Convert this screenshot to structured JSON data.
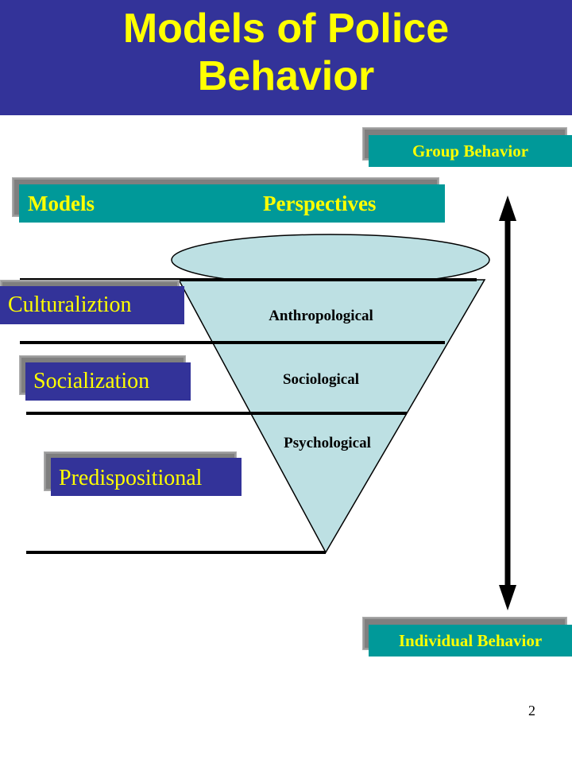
{
  "title": {
    "line1": "Models of Police",
    "line2": "Behavior"
  },
  "header": {
    "models_label": "Models",
    "perspectives_label": "Perspectives"
  },
  "axis": {
    "top_label": "Group Behavior",
    "bottom_label": "Individual Behavior"
  },
  "models": [
    {
      "label": "Culturaliztion"
    },
    {
      "label": "Socialization"
    },
    {
      "label": "Predispositional"
    }
  ],
  "perspectives": [
    {
      "label": "Anthropological"
    },
    {
      "label": "Sociological"
    },
    {
      "label": "Psychological"
    }
  ],
  "page_number": "2",
  "colors": {
    "title_bg": "#333399",
    "title_text": "#ffff00",
    "teal_box": "#009999",
    "navy_box": "#333399",
    "cone_fill": "#bde0e3"
  }
}
